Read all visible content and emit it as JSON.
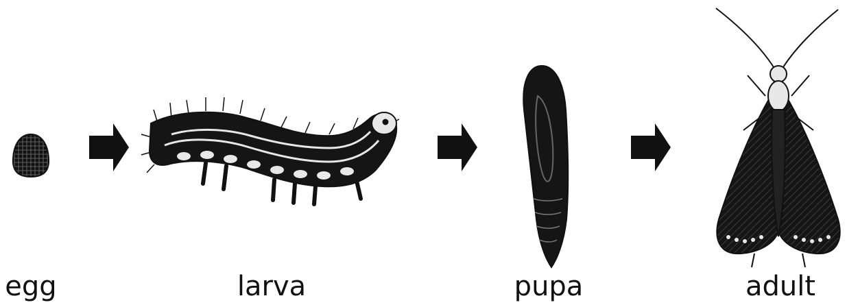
{
  "stages": [
    {
      "id": "egg",
      "label": "egg"
    },
    {
      "id": "larva",
      "label": "larva"
    },
    {
      "id": "pupa",
      "label": "pupa"
    },
    {
      "id": "adult",
      "label": "adult"
    }
  ],
  "colors": {
    "ink": "#111111",
    "background": "#ffffff",
    "highlight": "#e8e8e8"
  },
  "icons": [
    "egg-illustration",
    "caterpillar-illustration",
    "pupa-illustration",
    "moth-illustration",
    "arrow-right-icon"
  ]
}
